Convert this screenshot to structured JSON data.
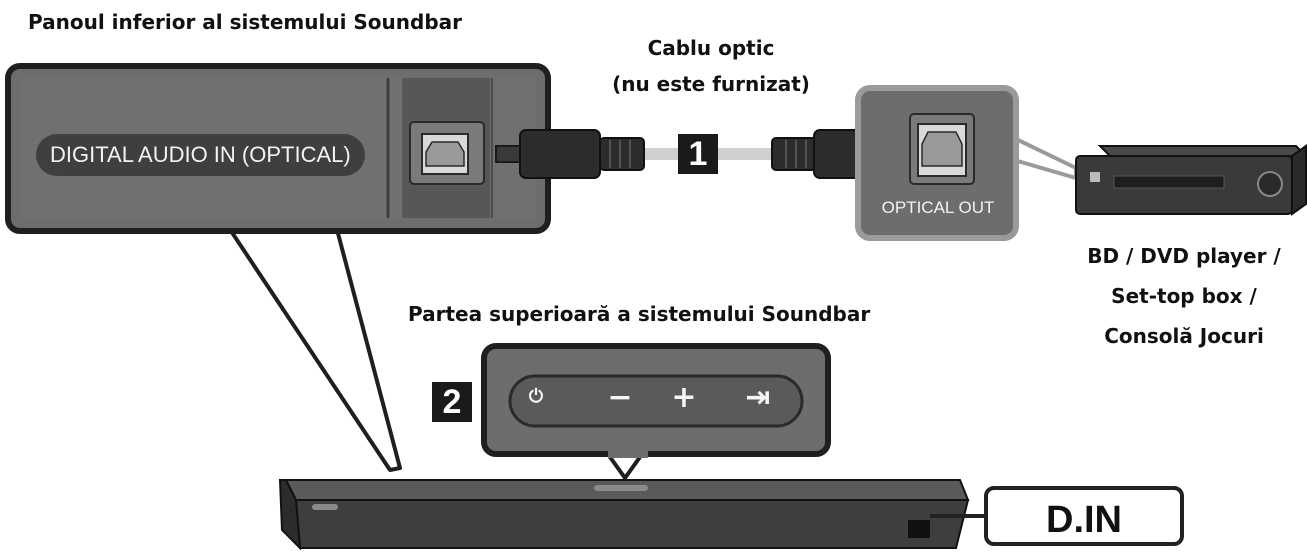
{
  "labels": {
    "bottom_panel": "Panoul inferior al sistemului Soundbar",
    "cable_line1": "Cablu optic",
    "cable_line2": "(nu este furnizat)",
    "top_panel": "Partea superioară a sistemului Soundbar",
    "device_line1": "BD / DVD player /",
    "device_line2": "Set-top box /",
    "device_line3": "Consolă Jocuri"
  },
  "ports": {
    "soundbar_port": "DIGITAL AUDIO IN (OPTICAL)",
    "device_port": "OPTICAL OUT"
  },
  "steps": {
    "step1": "1",
    "step2": "2"
  },
  "buttons": [
    {
      "name": "power",
      "glyph": "⏻"
    },
    {
      "name": "volume-down",
      "glyph": "−"
    },
    {
      "name": "volume-up",
      "glyph": "+"
    },
    {
      "name": "source",
      "glyph": "⇥"
    }
  ],
  "mode_display": "D.IN",
  "colors": {
    "panel_gray": "#6d6d6d",
    "panel_dark": "#575757",
    "outline": "#1f1f1f",
    "cable": "#cfcfcf"
  }
}
